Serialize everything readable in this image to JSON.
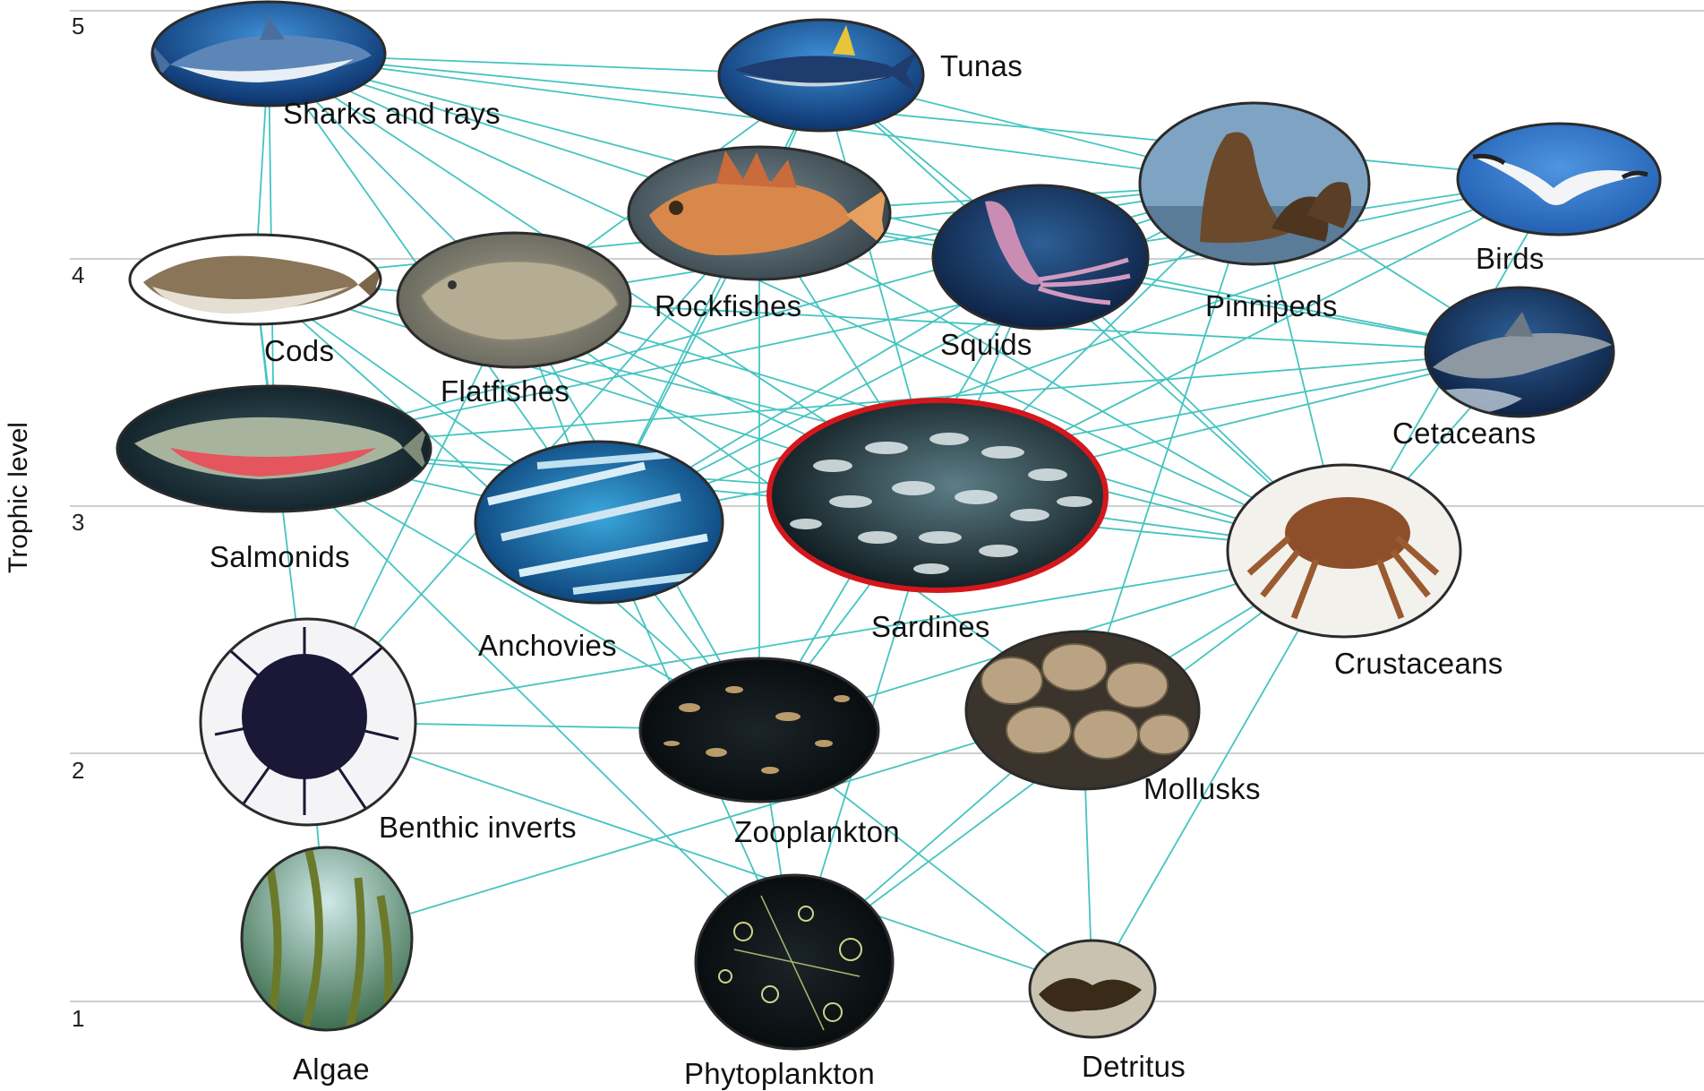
{
  "axis": {
    "ylabel": "Trophic level",
    "ticks": [
      "5",
      "4",
      "3",
      "2",
      "1"
    ]
  },
  "colors": {
    "link": "#45c4c0",
    "grid": "#cfcfcf",
    "focal_ring": "#d4171c",
    "node_ring": "#2b2b2b"
  },
  "nodes": {
    "sharks": {
      "label": "Sharks and rays",
      "image": "shark-photo"
    },
    "tunas": {
      "label": "Tunas",
      "image": "tuna-photo"
    },
    "rockfishes": {
      "label": "Rockfishes",
      "image": "rockfish-photo"
    },
    "squids": {
      "label": "Squids",
      "image": "squid-photo"
    },
    "pinnipeds": {
      "label": "Pinnipeds",
      "image": "sea-lion-photo"
    },
    "birds": {
      "label": "Birds",
      "image": "gull-photo"
    },
    "cods": {
      "label": "Cods",
      "image": "cod-photo"
    },
    "flatfishes": {
      "label": "Flatfishes",
      "image": "flatfish-photo"
    },
    "cetaceans": {
      "label": "Cetaceans",
      "image": "dolphin-photo"
    },
    "salmonids": {
      "label": "Salmonids",
      "image": "salmon-photo"
    },
    "anchovies": {
      "label": "Anchovies",
      "image": "anchovy-photo"
    },
    "sardines": {
      "label": "Sardines",
      "image": "sardine-school-photo"
    },
    "crustaceans": {
      "label": "Crustaceans",
      "image": "crab-photo"
    },
    "benthic": {
      "label": "Benthic inverts",
      "image": "sea-urchin-photo"
    },
    "zooplankton": {
      "label": "Zooplankton",
      "image": "zooplankton-photo"
    },
    "mollusks": {
      "label": "Mollusks",
      "image": "clam-photo"
    },
    "algae": {
      "label": "Algae",
      "image": "kelp-photo"
    },
    "phytoplankton": {
      "label": "Phytoplankton",
      "image": "phytoplankton-photo"
    },
    "detritus": {
      "label": "Detritus",
      "image": "detritus-photo"
    }
  },
  "links": [
    [
      "sharks",
      "tunas"
    ],
    [
      "sharks",
      "pinnipeds"
    ],
    [
      "sharks",
      "rockfishes"
    ],
    [
      "sharks",
      "squids"
    ],
    [
      "sharks",
      "cods"
    ],
    [
      "sharks",
      "flatfishes"
    ],
    [
      "sharks",
      "salmonids"
    ],
    [
      "sharks",
      "anchovies"
    ],
    [
      "sharks",
      "sardines"
    ],
    [
      "sharks",
      "crustaceans"
    ],
    [
      "sharks",
      "birds"
    ],
    [
      "tunas",
      "squids"
    ],
    [
      "tunas",
      "sardines"
    ],
    [
      "tunas",
      "anchovies"
    ],
    [
      "tunas",
      "rockfishes"
    ],
    [
      "tunas",
      "crustaceans"
    ],
    [
      "tunas",
      "pinnipeds"
    ],
    [
      "tunas",
      "flatfishes"
    ],
    [
      "rockfishes",
      "anchovies"
    ],
    [
      "rockfishes",
      "sardines"
    ],
    [
      "rockfishes",
      "zooplankton"
    ],
    [
      "rockfishes",
      "crustaceans"
    ],
    [
      "rockfishes",
      "squids"
    ],
    [
      "rockfishes",
      "benthic"
    ],
    [
      "squids",
      "sardines"
    ],
    [
      "squids",
      "anchovies"
    ],
    [
      "squids",
      "zooplankton"
    ],
    [
      "squids",
      "crustaceans"
    ],
    [
      "pinnipeds",
      "squids"
    ],
    [
      "pinnipeds",
      "rockfishes"
    ],
    [
      "pinnipeds",
      "cods"
    ],
    [
      "pinnipeds",
      "flatfishes"
    ],
    [
      "pinnipeds",
      "sardines"
    ],
    [
      "pinnipeds",
      "anchovies"
    ],
    [
      "pinnipeds",
      "salmonids"
    ],
    [
      "pinnipeds",
      "crustaceans"
    ],
    [
      "pinnipeds",
      "mollusks"
    ],
    [
      "birds",
      "sardines"
    ],
    [
      "birds",
      "anchovies"
    ],
    [
      "birds",
      "crustaceans"
    ],
    [
      "birds",
      "squids"
    ],
    [
      "birds",
      "salmonids"
    ],
    [
      "cetaceans",
      "squids"
    ],
    [
      "cetaceans",
      "sardines"
    ],
    [
      "cetaceans",
      "anchovies"
    ],
    [
      "cetaceans",
      "salmonids"
    ],
    [
      "cetaceans",
      "crustaceans"
    ],
    [
      "cetaceans",
      "rockfishes"
    ],
    [
      "cetaceans",
      "flatfishes"
    ],
    [
      "cetaceans",
      "pinnipeds"
    ],
    [
      "cods",
      "crustaceans"
    ],
    [
      "cods",
      "anchovies"
    ],
    [
      "cods",
      "sardines"
    ],
    [
      "cods",
      "zooplankton"
    ],
    [
      "cods",
      "benthic"
    ],
    [
      "cods",
      "salmonids"
    ],
    [
      "cods",
      "flatfishes"
    ],
    [
      "flatfishes",
      "crustaceans"
    ],
    [
      "flatfishes",
      "benthic"
    ],
    [
      "flatfishes",
      "sardines"
    ],
    [
      "flatfishes",
      "anchovies"
    ],
    [
      "flatfishes",
      "zooplankton"
    ],
    [
      "flatfishes",
      "mollusks"
    ],
    [
      "salmonids",
      "sardines"
    ],
    [
      "salmonids",
      "anchovies"
    ],
    [
      "salmonids",
      "zooplankton"
    ],
    [
      "salmonids",
      "crustaceans"
    ],
    [
      "salmonids",
      "phytoplankton"
    ],
    [
      "anchovies",
      "zooplankton"
    ],
    [
      "anchovies",
      "phytoplankton"
    ],
    [
      "sardines",
      "zooplankton"
    ],
    [
      "sardines",
      "phytoplankton"
    ],
    [
      "sardines",
      "crustaceans"
    ],
    [
      "crustaceans",
      "zooplankton"
    ],
    [
      "crustaceans",
      "detritus"
    ],
    [
      "crustaceans",
      "benthic"
    ],
    [
      "crustaceans",
      "mollusks"
    ],
    [
      "crustaceans",
      "phytoplankton"
    ],
    [
      "benthic",
      "algae"
    ],
    [
      "benthic",
      "detritus"
    ],
    [
      "benthic",
      "zooplankton"
    ],
    [
      "zooplankton",
      "phytoplankton"
    ],
    [
      "zooplankton",
      "detritus"
    ],
    [
      "mollusks",
      "phytoplankton"
    ],
    [
      "mollusks",
      "detritus"
    ],
    [
      "mollusks",
      "algae"
    ]
  ]
}
